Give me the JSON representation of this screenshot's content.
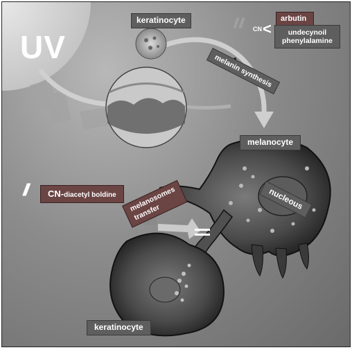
{
  "labels": {
    "uv": "UV",
    "keratinocyte_top": "keratinocyte",
    "arbutin": "arbutin",
    "cn_prefix": "CN",
    "undecynoil_line1": "undecynoil",
    "undecynoil_line2": "phenylalamine",
    "melanin_synthesis": "melanin synthesis",
    "melanocyte": "melanocyte",
    "nucleous": "nucleous",
    "cn_diacetyl_prefix": "CN-",
    "cn_diacetyl_rest": "diacetyl boldine",
    "melanosomes_line1": "melanosomes",
    "melanosomes_line2": "transfer",
    "keratinocyte_bottom": "keratinocyte"
  },
  "colors": {
    "label_dark": "#5e5e5e",
    "label_red": "#6b4444",
    "arrow": "#cfcfcf",
    "cell_body": "#4a4a4a",
    "cell_dark": "#1e1e1e"
  }
}
